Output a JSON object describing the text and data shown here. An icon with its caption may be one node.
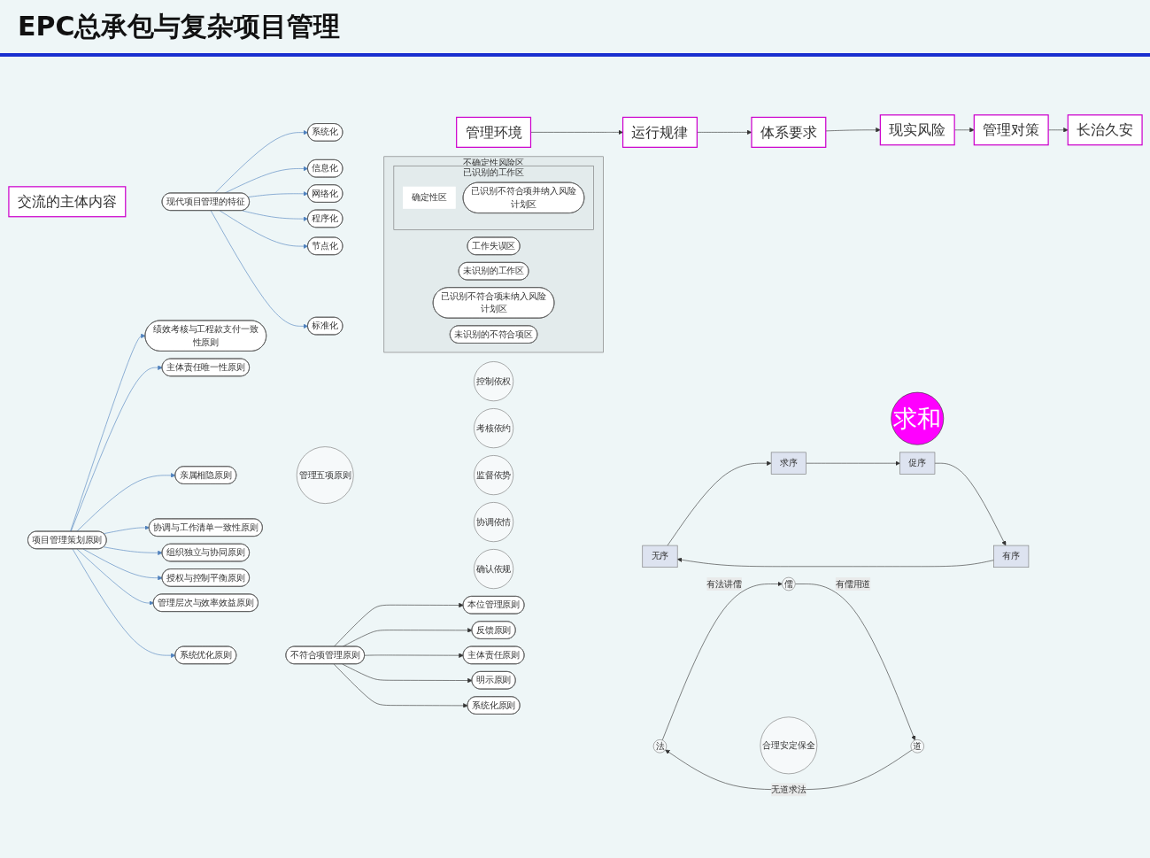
{
  "diagram": {
    "title": "EPC总承包与复杂项目管理",
    "nodes": [
      {
        "text": [
          "交流的主体内容"
        ]
      },
      {
        "text": [
          "系统化"
        ]
      },
      {
        "text": [
          "信息化"
        ]
      },
      {
        "text": [
          "网络化"
        ]
      },
      {
        "text": [
          "现代项目管理的特征"
        ]
      },
      {
        "text": [
          "程序化"
        ]
      },
      {
        "text": [
          "节点化"
        ]
      },
      {
        "text": [
          "标准化"
        ]
      },
      {
        "text": [
          "管理环境"
        ]
      },
      {
        "text": [
          "现实风险"
        ]
      },
      {
        "text": [
          "不确定性风险区"
        ]
      },
      {
        "text": [
          "工作失误区"
        ],
        "in": 10
      },
      {
        "text": [
          "未识别的工作区"
        ],
        "in": 10
      },
      {
        "text": [
          "已识别的工作区"
        ],
        "in": 10
      },
      {
        "text": [
          "确定性区"
        ],
        "in": 13
      },
      {
        "text": [
          "已识别不符合项并纳入风险计划区"
        ],
        "in": 13
      },
      {
        "text": [
          "已识别不符合项未纳入风险计划区"
        ],
        "in": 10
      },
      {
        "text": [
          "未识别的不符合项区"
        ],
        "in": 10
      },
      {
        "text": [
          "控制依权"
        ]
      },
      {
        "text": [
          "本位管理原则"
        ]
      },
      {
        "text": [
          "反馈原则"
        ]
      },
      {
        "text": [
          "主体责任原则"
        ]
      },
      {
        "text": [
          "不符合项管理原则"
        ]
      },
      {
        "text": [
          "明示原则"
        ]
      },
      {
        "text": [
          "系统化原则"
        ]
      },
      {
        "text": [
          "运行规律"
        ]
      },
      {
        "text": [
          "管理对策"
        ]
      },
      {
        "text": [
          "考核依约"
        ]
      },
      {
        "text": [
          "管理五项原则"
        ]
      },
      {
        "text": [
          "监督依势"
        ]
      },
      {
        "text": [
          "协调依情"
        ]
      },
      {
        "text": [
          "确认依规"
        ]
      },
      {
        "text": [
          "无序"
        ]
      },
      {
        "text": [
          "法"
        ]
      },
      {
        "text": [
          "求序"
        ]
      },
      {
        "text": [
          "求和"
        ]
      },
      {
        "text": [
          "道"
        ]
      },
      {
        "text": [
          "合理安定保全"
        ]
      },
      {
        "text": [
          "儒"
        ]
      },
      {
        "text": [
          "长治久安"
        ]
      },
      {
        "text": [
          "体系要求"
        ]
      },
      {
        "text": [
          "有序"
        ]
      },
      {
        "text": [
          "促序"
        ]
      },
      {
        "text": [
          "绩效考核与工程款支付一致性原则"
        ]
      },
      {
        "text": [
          "主体责任唯一性原则"
        ]
      },
      {
        "text": [
          "亲属相隐原则"
        ]
      },
      {
        "text": [
          "协调与工作清单一致性原则"
        ]
      },
      {
        "text": [
          "项目管理策划原则"
        ]
      },
      {
        "text": [
          "组织独立与协同原则"
        ]
      },
      {
        "text": [
          "授权与控制平衡原则"
        ]
      },
      {
        "text": [
          "管理层次与效率效益原则"
        ]
      },
      {
        "text": [
          "系统优化原则"
        ]
      }
    ],
    "edges": [
      {
        "from": 4,
        "to": 1,
        "arrow": "to",
        "color": "#4f81bd"
      },
      {
        "from": 4,
        "to": 2,
        "arrow": "to",
        "color": "#4f81bd"
      },
      {
        "from": 4,
        "to": 3,
        "arrow": "to",
        "color": "#4f81bd"
      },
      {
        "from": 4,
        "to": 5,
        "arrow": "to",
        "color": "#4f81bd"
      },
      {
        "from": 4,
        "to": 6,
        "arrow": "to",
        "color": "#4f81bd"
      },
      {
        "from": 4,
        "to": 7,
        "arrow": "to",
        "color": "#4f81bd"
      },
      {
        "from": 8,
        "to": 25,
        "arrow": "to"
      },
      {
        "from": 25,
        "to": 40,
        "arrow": "to"
      },
      {
        "from": 40,
        "to": 9,
        "arrow": "to"
      },
      {
        "from": 9,
        "to": 26,
        "arrow": "to"
      },
      {
        "from": 26,
        "to": 39,
        "arrow": "to"
      },
      {
        "from": 22,
        "to": 19,
        "arrow": "to"
      },
      {
        "from": 22,
        "to": 20,
        "arrow": "to"
      },
      {
        "from": 22,
        "to": 21,
        "arrow": "to"
      },
      {
        "from": 22,
        "to": 23,
        "arrow": "to"
      },
      {
        "from": 22,
        "to": 24,
        "arrow": "to"
      },
      {
        "from": 32,
        "to": 34,
        "arrow": "to"
      },
      {
        "from": 34,
        "to": 42,
        "arrow": "to"
      },
      {
        "from": 42,
        "to": 41,
        "arrow": "to"
      },
      {
        "from": 41,
        "to": 32,
        "arrow": "to"
      },
      {
        "from": 33,
        "to": 38,
        "arrow": "to",
        "label": "有法讲儒"
      },
      {
        "from": 38,
        "to": 36,
        "arrow": "to",
        "label": "有儒用道"
      },
      {
        "from": 36,
        "to": 33,
        "arrow": "to",
        "label": "无道求法"
      },
      {
        "from": 47,
        "to": 43,
        "arrow": "to",
        "color": "#4f81bd"
      },
      {
        "from": 47,
        "to": 44,
        "arrow": "to",
        "color": "#4f81bd"
      },
      {
        "from": 47,
        "to": 45,
        "arrow": "to",
        "color": "#4f81bd"
      },
      {
        "from": 47,
        "to": 46,
        "arrow": "to",
        "color": "#4f81bd"
      },
      {
        "from": 47,
        "to": 48,
        "arrow": "to",
        "color": "#4f81bd"
      },
      {
        "from": 47,
        "to": 49,
        "arrow": "to",
        "color": "#4f81bd"
      },
      {
        "from": 47,
        "to": 50,
        "arrow": "to",
        "color": "#4f81bd"
      },
      {
        "from": 47,
        "to": 51,
        "arrow": "to",
        "color": "#4f81bd"
      }
    ]
  }
}
